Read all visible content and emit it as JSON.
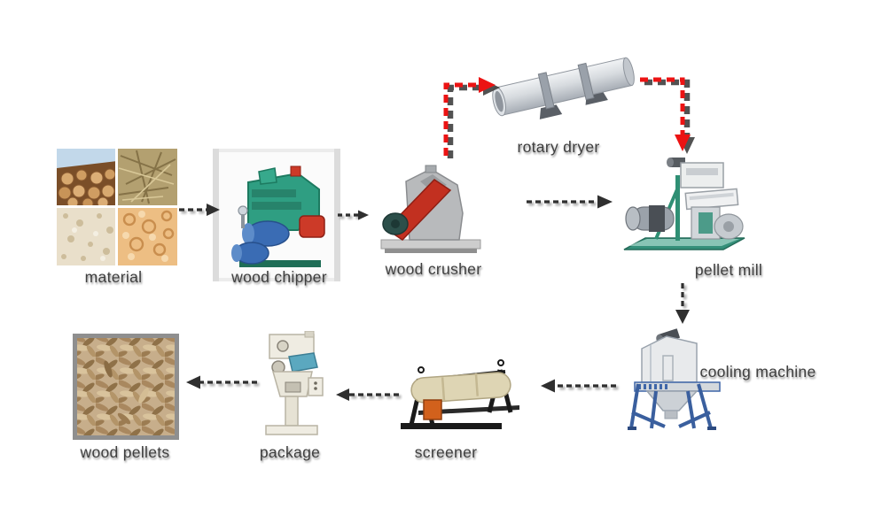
{
  "diagram": {
    "nodes": [
      {
        "id": "material",
        "label": "material"
      },
      {
        "id": "wood_chipper",
        "label": "wood chipper"
      },
      {
        "id": "wood_crusher",
        "label": "wood crusher"
      },
      {
        "id": "rotary_dryer",
        "label": "rotary dryer"
      },
      {
        "id": "pellet_mill",
        "label": "pellet mill"
      },
      {
        "id": "cooling_machine",
        "label": "cooling machine"
      },
      {
        "id": "screener",
        "label": "screener"
      },
      {
        "id": "package",
        "label": "package"
      },
      {
        "id": "wood_pellets",
        "label": "wood pellets"
      }
    ],
    "flow": [
      {
        "from": "material",
        "to": "wood chipper",
        "style": "dark-dashed"
      },
      {
        "from": "wood chipper",
        "to": "wood crusher",
        "style": "dark-dashed"
      },
      {
        "from": "wood crusher",
        "to": "rotary dryer",
        "style": "red-dashed"
      },
      {
        "from": "rotary dryer",
        "to": "pellet mill",
        "style": "red-dashed"
      },
      {
        "from": "wood crusher",
        "to": "pellet mill",
        "style": "dark-dashed"
      },
      {
        "from": "pellet mill",
        "to": "cooling machine",
        "style": "dark-dashed"
      },
      {
        "from": "cooling machine",
        "to": "screener",
        "style": "dark-dashed"
      },
      {
        "from": "screener",
        "to": "package",
        "style": "dark-dashed"
      },
      {
        "from": "package",
        "to": "wood pellets",
        "style": "dark-dashed"
      }
    ],
    "colors": {
      "flow_arrow": "#2f2f2f",
      "dryer_path_arrow": "#ec1313",
      "label_text": "#3f3f3f"
    }
  }
}
